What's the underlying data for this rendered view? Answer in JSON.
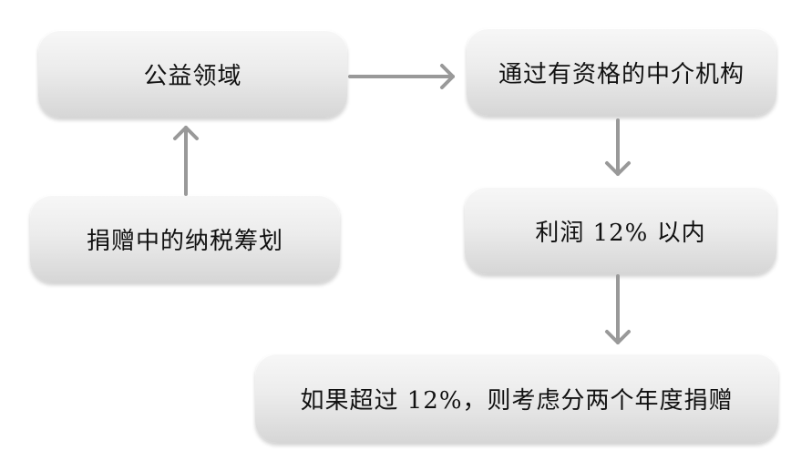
{
  "nodes": {
    "public_field": "公益领域",
    "qualified_agency": "通过有资格的中介机构",
    "donation_tax_planning": "捐赠中的纳税筹划",
    "profit_limit": "利润 12% 以内",
    "over_limit": "如果超过 12%，则考虑分两个年度捐赠"
  },
  "edges": [
    {
      "from": "donation_tax_planning",
      "to": "public_field"
    },
    {
      "from": "public_field",
      "to": "qualified_agency"
    },
    {
      "from": "qualified_agency",
      "to": "profit_limit"
    },
    {
      "from": "profit_limit",
      "to": "over_limit"
    }
  ],
  "colors": {
    "arrow": "#999999",
    "box_top": "#f7f7f7",
    "box_bottom": "#d6d6d6",
    "text": "#111111"
  }
}
